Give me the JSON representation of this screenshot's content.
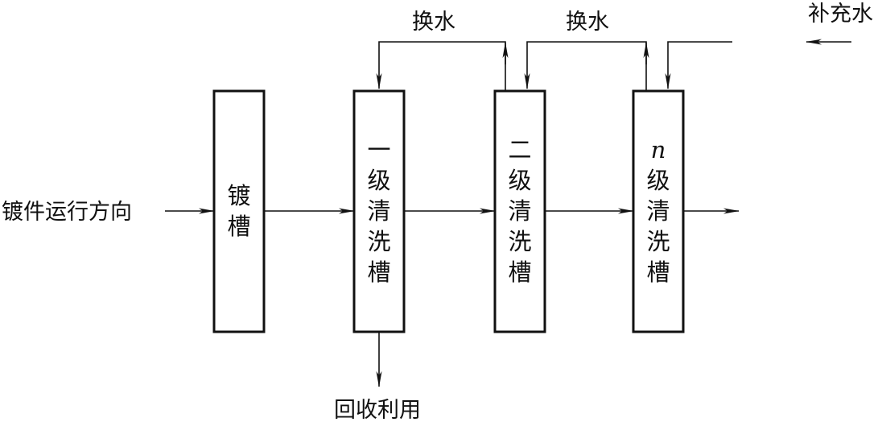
{
  "labels": {
    "workpiece_direction": "镀件运行方向",
    "recycle": "回收利用",
    "change_water_1": "换水",
    "change_water_2": "换水",
    "makeup_water": "补充水"
  },
  "tanks": [
    {
      "chars": [
        "镀",
        "槽"
      ]
    },
    {
      "chars": [
        "一",
        "级",
        "清",
        "洗",
        "槽"
      ]
    },
    {
      "chars": [
        "二",
        "级",
        "清",
        "洗",
        "槽"
      ]
    },
    {
      "chars": [
        "n",
        "级",
        "清",
        "洗",
        "槽"
      ]
    }
  ]
}
